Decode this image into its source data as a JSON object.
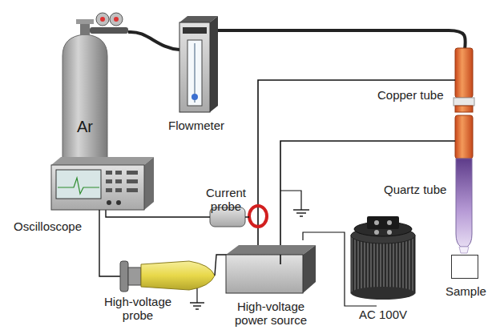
{
  "diagram": {
    "nodes": [
      {
        "text": [
          "Ar"
        ]
      },
      {
        "text": [
          "Sample"
        ]
      }
    ],
    "labels": [
      "Flowmeter",
      "Copper tube",
      "Quartz tube",
      "Oscilloscope",
      "Current probe",
      "High-voltage probe",
      "High-voltage power source",
      "AC 100V"
    ]
  }
}
